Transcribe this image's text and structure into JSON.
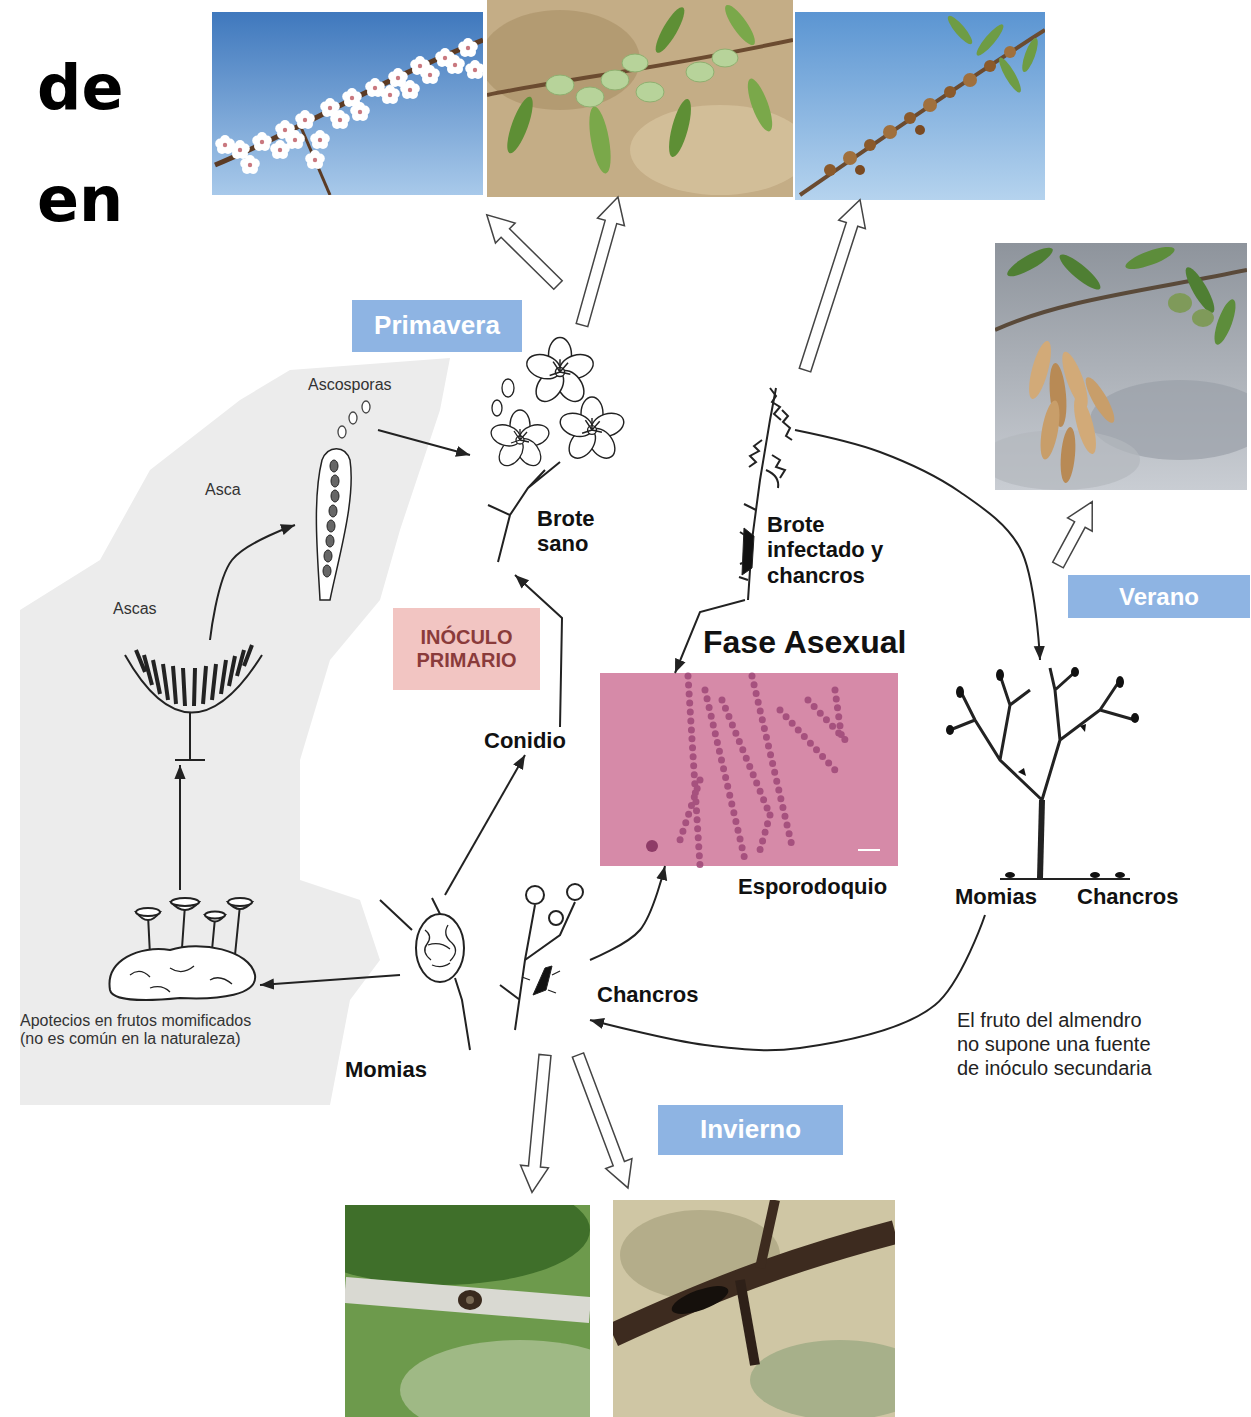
{
  "diagram": {
    "title": "de en",
    "nodes": [
      {
        "text": [
          "Primavera"
        ]
      },
      {
        "text": [
          "Verano"
        ]
      },
      {
        "text": [
          "Invierno"
        ]
      },
      {
        "text": [
          "INÓCULO PRIMARIO"
        ]
      },
      {
        "text": [
          "Brote sano"
        ]
      },
      {
        "text": [
          "Brote infectado y chancros"
        ]
      },
      {
        "text": [
          "Fase Asexual",
          "Esporodoquio"
        ]
      },
      {
        "text": [
          "Conidio"
        ]
      },
      {
        "text": [
          "Momias",
          "Chancros"
        ]
      },
      {
        "text": [
          "Momias"
        ]
      },
      {
        "text": [
          "Chancros"
        ]
      },
      {
        "text": [
          "Ascosporas"
        ]
      },
      {
        "text": [
          "Asca"
        ]
      },
      {
        "text": [
          "Ascas"
        ]
      },
      {
        "text": [
          "Apotecios en frutos momificados (no es común en la naturaleza)"
        ]
      }
    ],
    "edges": [
      {
        "from": 9,
        "to": 14,
        "arrow": "to"
      },
      {
        "from": 14,
        "to": 13,
        "arrow": "to"
      },
      {
        "from": 13,
        "to": 12,
        "arrow": "to"
      },
      {
        "from": 11,
        "to": 4,
        "arrow": "to"
      },
      {
        "from": 9,
        "to": 7,
        "arrow": "to"
      },
      {
        "from": 7,
        "to": 4,
        "arrow": "to"
      },
      {
        "from": 5,
        "to": 6,
        "arrow": "to"
      },
      {
        "from": 10,
        "to": 6,
        "arrow": "to"
      },
      {
        "from": 5,
        "to": 8,
        "arrow": "to"
      },
      {
        "from": 8,
        "to": 10,
        "arrow": "to"
      }
    ],
    "labels": [
      "El fruto del almendro no supone una fuente de inóculo secundaria"
    ]
  }
}
